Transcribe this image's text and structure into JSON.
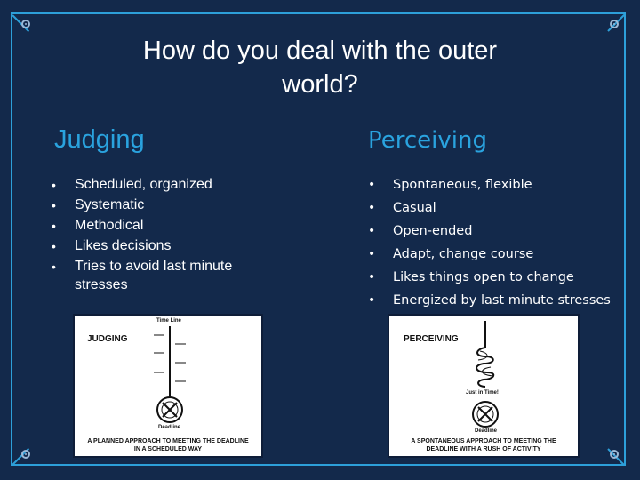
{
  "slide": {
    "title": "How do you deal with the outer world?"
  },
  "judging": {
    "heading": "Judging",
    "items": [
      "Scheduled, organized",
      "Systematic",
      "Methodical",
      "Likes decisions",
      "Tries to avoid last minute stresses"
    ],
    "figure": {
      "label": "JUDGING",
      "timeline_label": "Time Line",
      "deadline_label": "Deadline",
      "caption": "A PLANNED APPROACH TO MEETING THE DEADLINE IN A SCHEDULED WAY"
    }
  },
  "perceiving": {
    "heading": "Perceiving",
    "items": [
      "Spontaneous, flexible",
      "Casual",
      "Open-ended",
      "Adapt, change course",
      "Likes things open to change",
      "Energized by last minute stresses"
    ],
    "figure": {
      "label": "PERCEIVING",
      "timing_label": "Just in Time!",
      "deadline_label": "Deadline",
      "caption": "A SPONTANEOUS APPROACH TO MEETING THE DEADLINE WITH A RUSH OF ACTIVITY"
    }
  },
  "bullet_glyph": "•",
  "colors": {
    "background": "#13294b",
    "frame": "#2d9fd9",
    "heading": "#2aa3df",
    "text": "#ffffff"
  }
}
